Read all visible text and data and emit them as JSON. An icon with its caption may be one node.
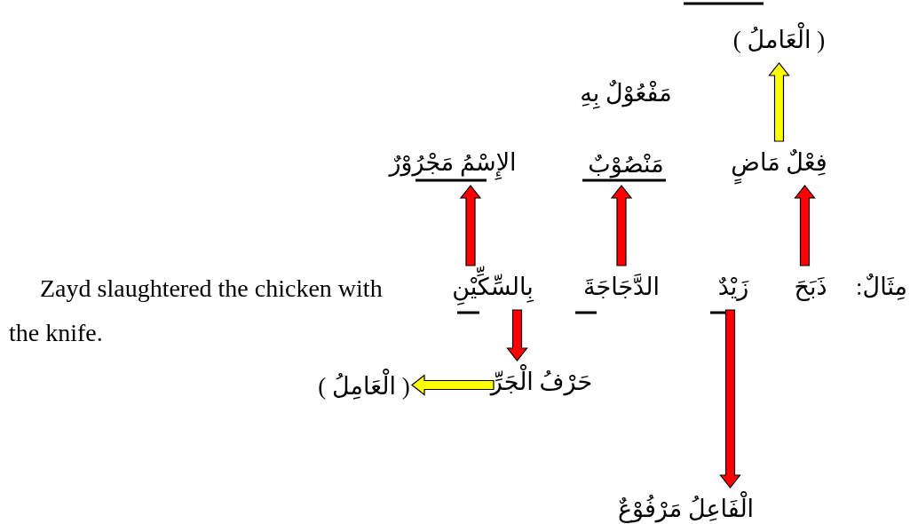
{
  "diagram": {
    "nodes": [
      {
        "text": [
          "( الْعَاملُ )"
        ]
      },
      {
        "text": [
          "فِعْلٌ مَاضٍ"
        ]
      },
      {
        "text": [
          "مَفْعُوْلٌ بِهِ",
          "مَنْصُوْبٌ"
        ]
      },
      {
        "text": [
          "الإِسْمُ مَجْرُوْرٌ"
        ]
      },
      {
        "text": [
          "ذَبَحَ"
        ]
      },
      {
        "text": [
          "زَيْدٌ"
        ]
      },
      {
        "text": [
          "الدَّجَاجَةَ"
        ]
      },
      {
        "text": [
          "بِالسِّكِّيْنِ"
        ]
      },
      {
        "text": [
          "حَرْفُ الْجَرِّ"
        ]
      },
      {
        "text": [
          "( الْعَامِلُ )"
        ]
      },
      {
        "text": [
          "الْفَاعِلُ مَرْفُوْعٌ"
        ]
      }
    ],
    "edges": [
      {
        "from": 4,
        "to": 1,
        "arrow": "to"
      },
      {
        "from": 1,
        "to": 0,
        "arrow": "to",
        "color": "#ffff00"
      },
      {
        "from": 6,
        "to": 2,
        "arrow": "to"
      },
      {
        "from": 7,
        "to": 3,
        "arrow": "to"
      },
      {
        "from": 7,
        "to": 8,
        "arrow": "to"
      },
      {
        "from": 8,
        "to": 9,
        "arrow": "to",
        "color": "#ffff00"
      },
      {
        "from": 5,
        "to": 10,
        "arrow": "to"
      }
    ],
    "labels": [
      "مِثَالٌ:",
      "Zayd slaughtered the chicken with the knife."
    ]
  }
}
